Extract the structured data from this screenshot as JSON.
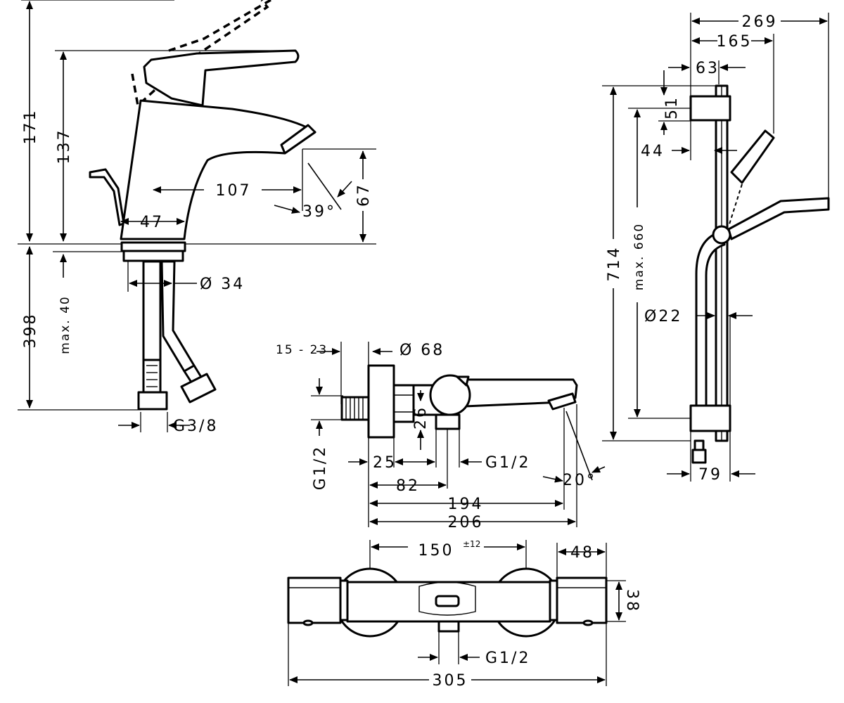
{
  "dimensions": {
    "basin": {
      "height_total": "171",
      "height_spout": "137",
      "spout_reach": "107",
      "outlet_height": "67",
      "angle": "39°",
      "base_width": "47",
      "below_counter": "398",
      "max_thickness": "max. 40",
      "hole_diameter": "Ø 34",
      "connection": "G3/8"
    },
    "bath": {
      "wall_range": "15 - 23",
      "rosette_diameter": "Ø 68",
      "connection_left": "G1/2",
      "offset_25": "25",
      "height_26": "26",
      "connection_mid": "G1/2",
      "depth_82": "82",
      "depth_194": "194",
      "depth_206": "206",
      "angle": "20°"
    },
    "shower": {
      "width_269": "269",
      "width_165": "165",
      "holder_63": "63",
      "holder_51": "51",
      "offset_44": "44",
      "height_714": "714",
      "max_660": "max. 660",
      "bar_diameter": "Ø22",
      "wall_79": "79"
    },
    "thermostat": {
      "centers": "150",
      "tolerance": "±12",
      "end_48": "48",
      "depth_38": "38",
      "connection": "G1/2",
      "length_305": "305"
    }
  }
}
